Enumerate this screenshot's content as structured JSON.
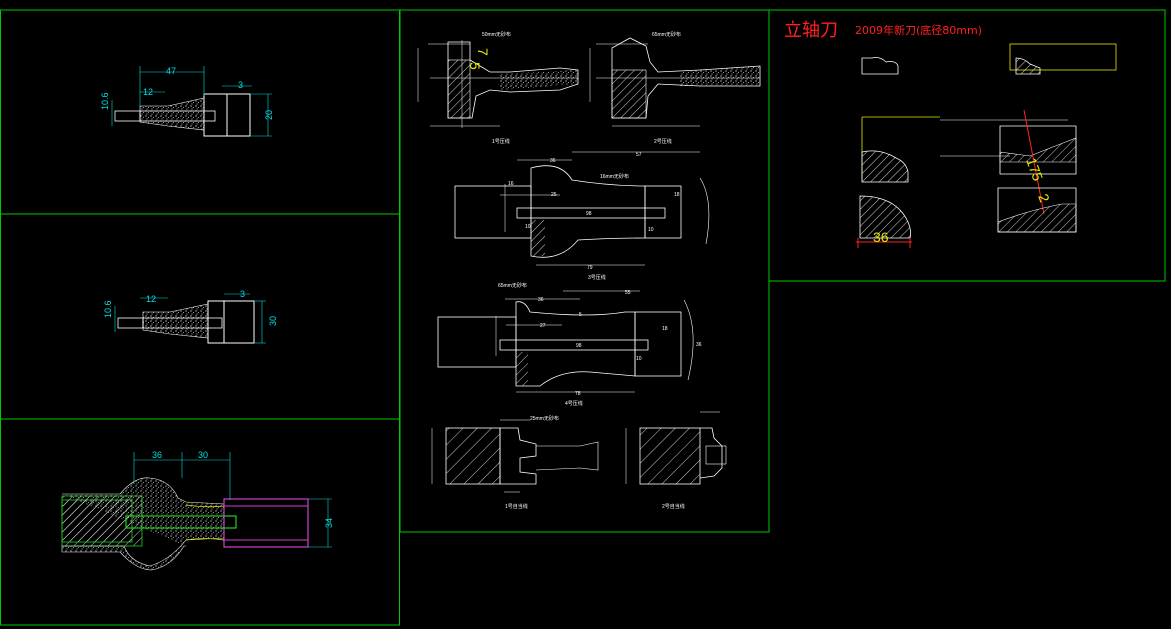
{
  "colors": {
    "frame": "#00c800",
    "dim": "#00e0e0",
    "line": "#ffffff",
    "title": "#ff2020",
    "accent": "#e8e800",
    "magenta": "#d040d0",
    "green": "#20d020"
  },
  "panel1": {
    "d47": "47",
    "d12": "12",
    "d3": "3",
    "d106": "10.6",
    "d20": "20"
  },
  "panel2": {
    "d12": "12",
    "d3": "3",
    "d106": "10.6",
    "d30": "30"
  },
  "panel3": {
    "d36": "36",
    "d30": "30",
    "d34": "34"
  },
  "center": {
    "d7": "7",
    "d5": "5",
    "top_left_note": "50mm无砂布",
    "top_right_note": "65mm无砂布",
    "cap1": "1号压线",
    "cap2": "2号压线",
    "mid1_note": "16mm无砂布",
    "mid1_d57": "57",
    "mid1_d36": "36",
    "mid1_d25": "25",
    "mid1_d98": "98",
    "mid1_d10a": "10",
    "mid1_d10b": "10",
    "mid1_d79": "79",
    "mid1_d16": "16",
    "mid1_d18": "18",
    "mid1_cap": "3号压线",
    "mid2_note": "65mm无砂布",
    "mid2_d55": "55",
    "mid2_d36": "36",
    "mid2_d5": "5",
    "mid2_d27": "27",
    "mid2_d98": "98",
    "mid2_d10": "10",
    "mid2_d78": "78",
    "mid2_d18": "18",
    "mid2_d36v": "36",
    "mid2_cap": "4号压线",
    "bot_note": "25mm无砂布",
    "bot_cap1": "1号自当线",
    "bot_cap2": "2号自当线"
  },
  "right": {
    "title": "立轴刀",
    "subtitle": "2009年新刀(底径80mm)",
    "d36": "36",
    "d175": "175",
    "d2": "2"
  }
}
